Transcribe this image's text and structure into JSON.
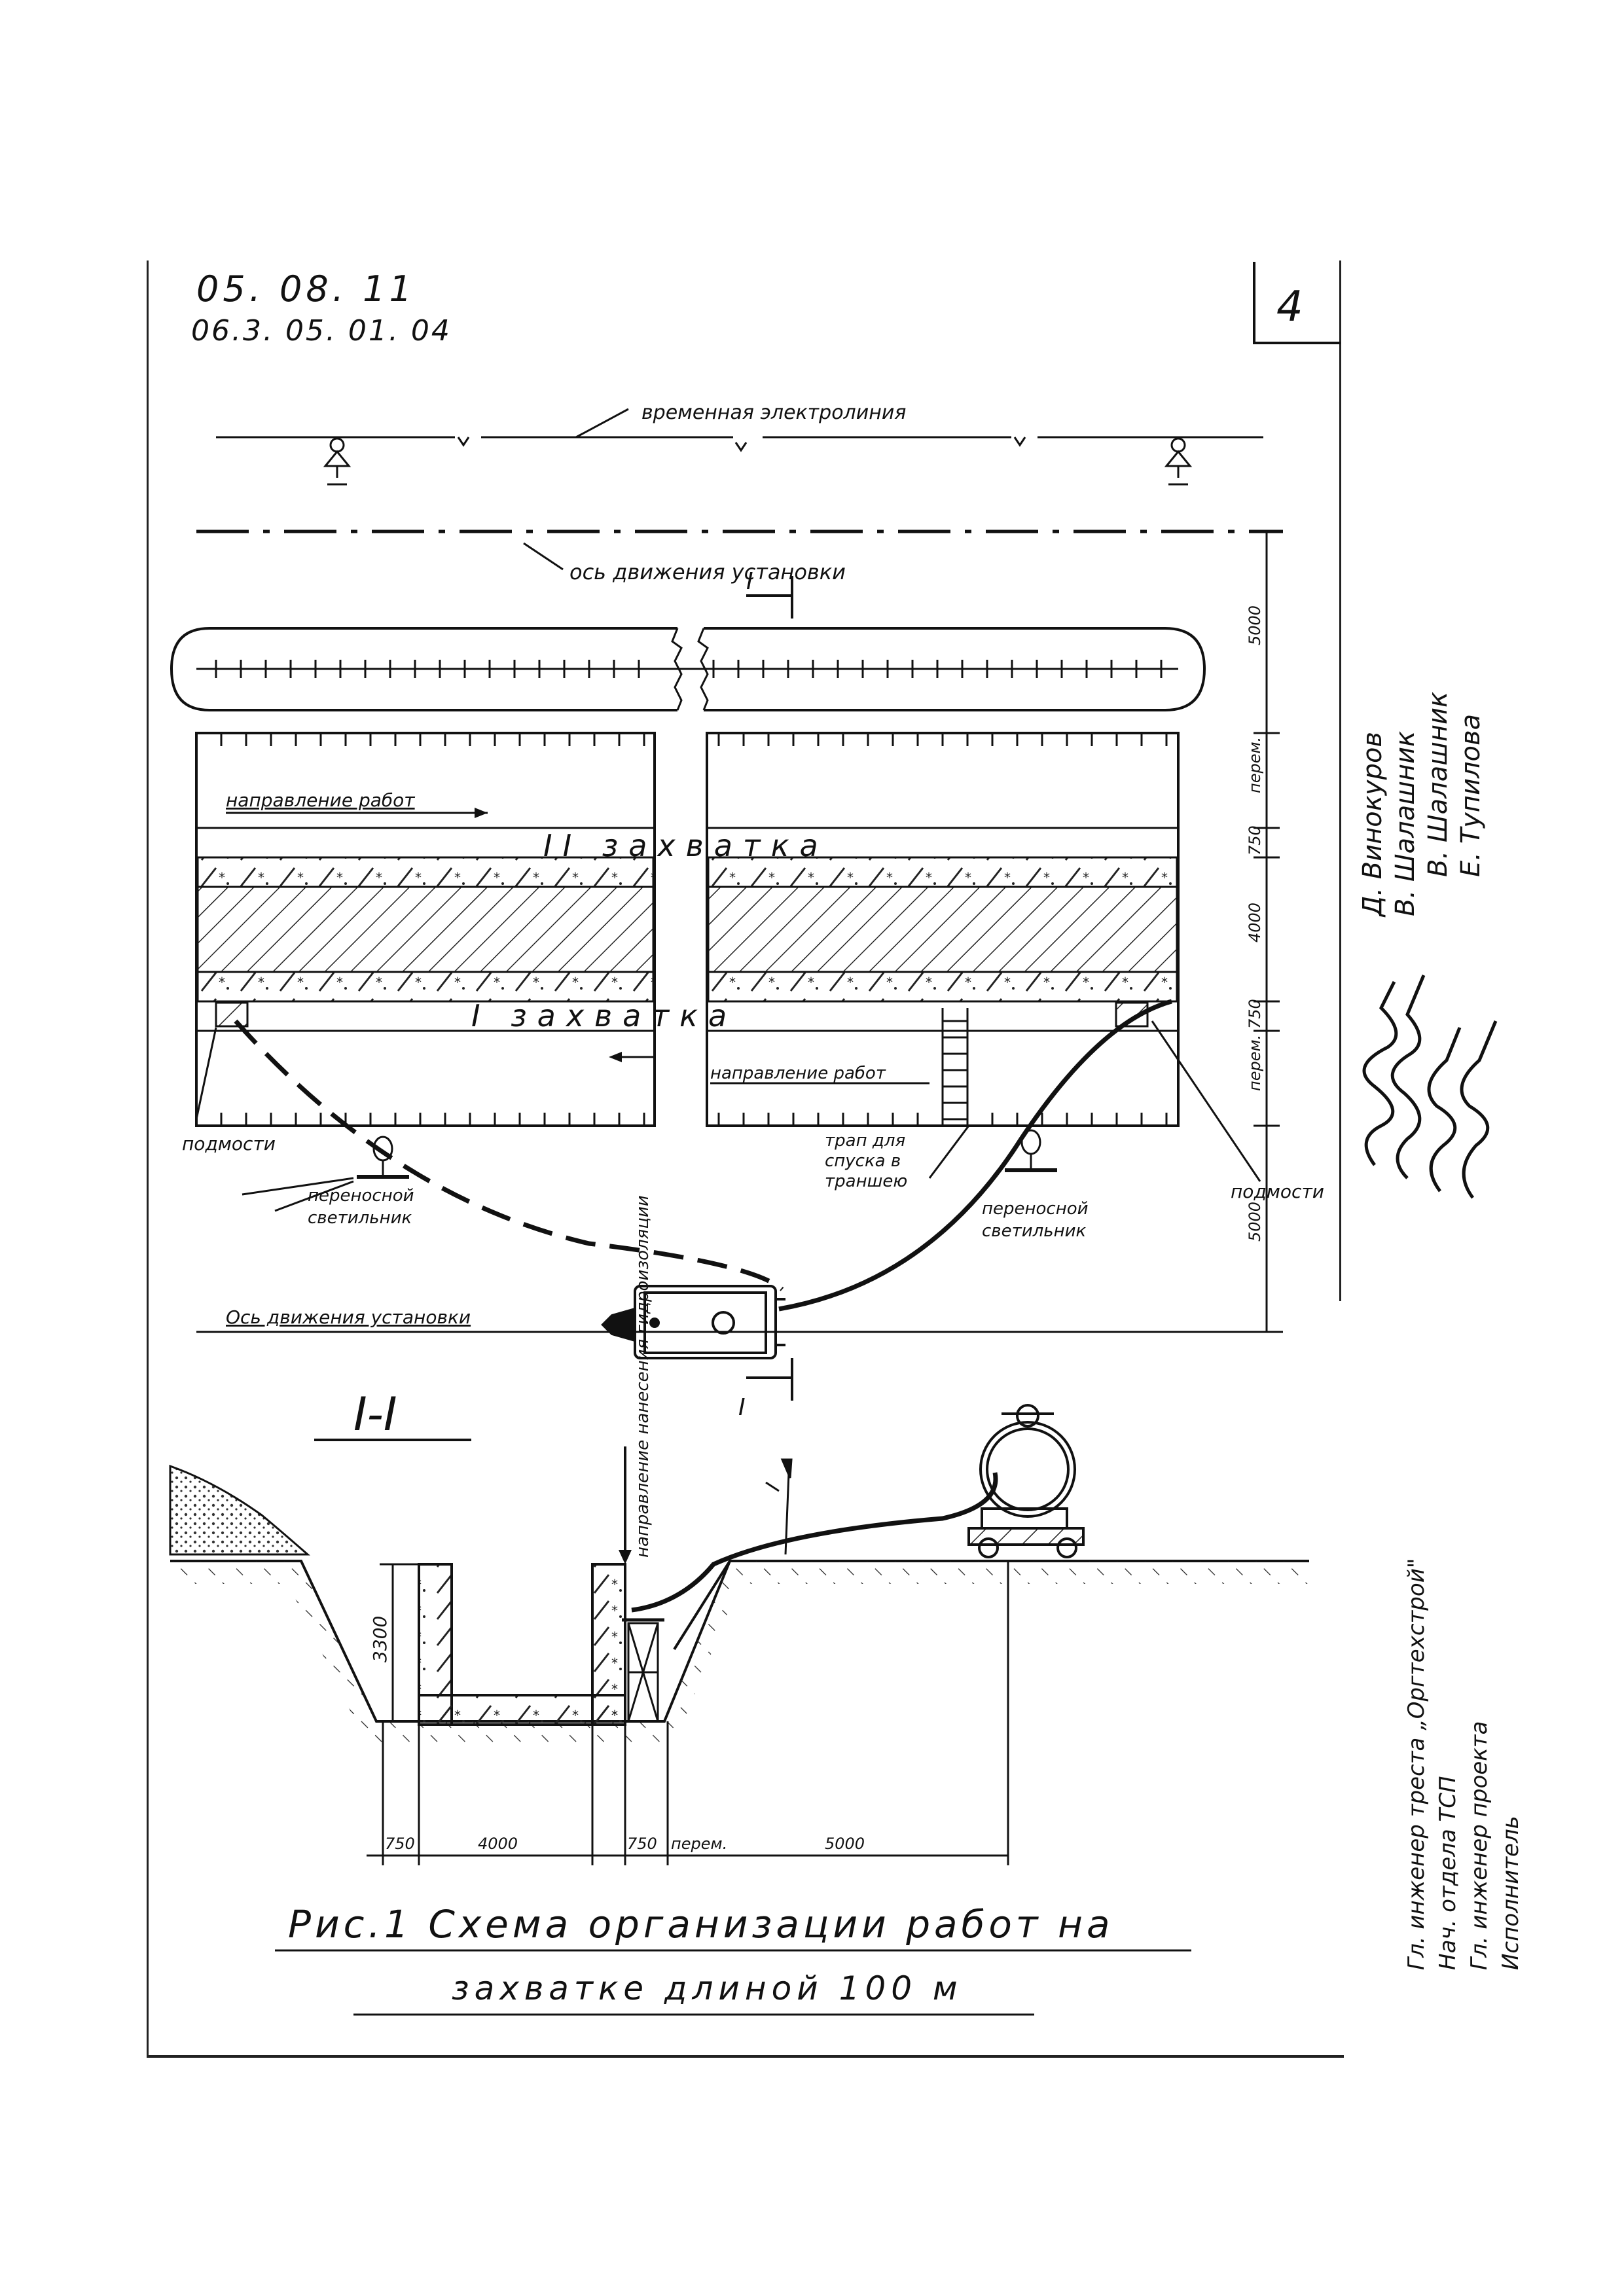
{
  "document": {
    "code_line1": "05. 08. 11",
    "code_line2": "06.3. 05. 01. 04",
    "sheet_number": "4"
  },
  "plan": {
    "power_line_label": "временная электролиния",
    "axis_top_label": "ось движения установки",
    "axis_bottom_label": "Ось движения установки",
    "section_marker": "I",
    "zone2_label": "II захватка",
    "zone1_label": "I захватка",
    "direction_label_left": "направление работ",
    "direction_label_right": "направление работ",
    "ladder_label": "трап для спуска в траншею",
    "lamp_label": "переносной светильник",
    "lamp_label_left": "переносной светильник",
    "mat_label": "подмости",
    "dims": [
      "5000",
      "перем.",
      "750",
      "4000",
      "750",
      "перем.",
      "5000"
    ]
  },
  "section": {
    "title": "I-I",
    "arrow_label": "направление нанесения гидроизоляции",
    "height_dim": "3300",
    "dims": [
      "750",
      "4000",
      "750",
      "перем.",
      "5000"
    ]
  },
  "caption": {
    "line1": "Рис.1 Схема организации работ на",
    "line2": "захватке длиной 100 м"
  },
  "signatures": {
    "roles": [
      "Гл. инженер треста „Оргтехстрой\"",
      "Нач. отдела ТСП",
      "Гл. инженер проекта",
      "Исполнитель"
    ],
    "names": [
      "Д. Винокуров",
      "В. Шалашник",
      "В. Шалашник",
      "Е. Тупилова"
    ]
  }
}
